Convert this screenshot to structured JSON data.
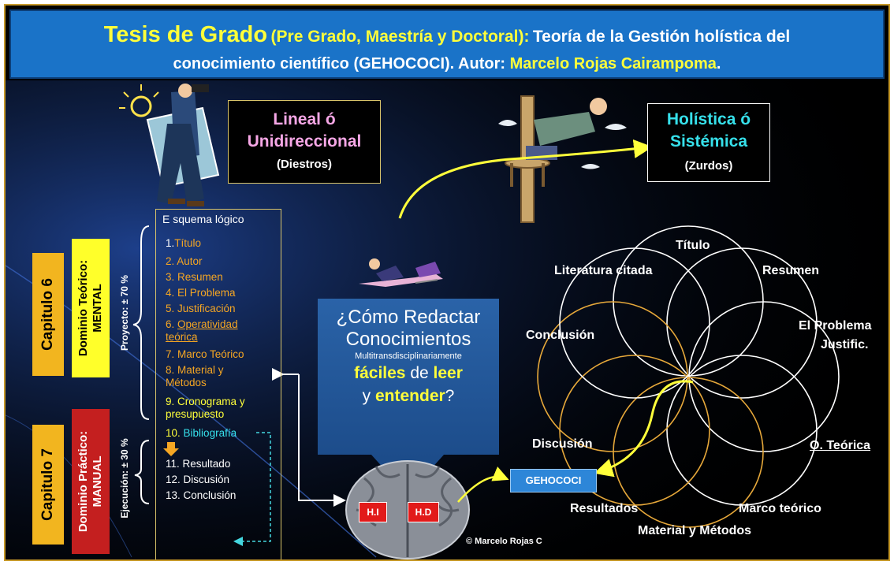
{
  "header": {
    "prefix": "Tesis de Grado",
    "parenthetical": "(Pre Grado, Maestría y Doctoral):",
    "theory": "Teoría de la Gestión holística del",
    "line2": "conocimiento científico (GEHOCOCI). Autor:",
    "author": "Marcelo Rojas Cairampoma",
    "end": "."
  },
  "left_box": {
    "line1": "Lineal ó",
    "line2": "Unidireccional",
    "sub": "(Diestros)"
  },
  "right_box": {
    "line1": "Holística ó",
    "line2": "Sistémica",
    "sub": "(Zurdos)"
  },
  "chapters": {
    "cap6": "Capitulo 6",
    "cap7": "Capitulo 7",
    "theoretical_domain": [
      "Dominio Teórico:",
      "MENTAL"
    ],
    "practical_domain": [
      "Dominio Práctico:",
      "MANUAL"
    ],
    "project": "Proyecto: ± 70 %",
    "execution": "Ejecución: ± 30 %"
  },
  "schema": {
    "title": "E squema lógico",
    "items": [
      {
        "num": "1.",
        "label": "Título"
      },
      {
        "num": "2.",
        "label": "Autor"
      },
      {
        "num": "3.",
        "label": "Resumen"
      },
      {
        "num": "4.",
        "label": "El Problema"
      },
      {
        "num": "5.",
        "label": "Justificación"
      },
      {
        "num": "6.",
        "label": "Operatividad teórica"
      },
      {
        "num": "7.",
        "label": "Marco Teórico"
      },
      {
        "num": "8.",
        "label": "Material y Métodos"
      },
      {
        "num": "9.",
        "label": "Cronograma y presupuesto"
      },
      {
        "num": "10.",
        "label": "Bibliografía"
      },
      {
        "num": "11.",
        "label": "Resultado"
      },
      {
        "num": "12.",
        "label": "Discusión"
      },
      {
        "num": "13.",
        "label": "Conclusión"
      }
    ]
  },
  "question": {
    "l1": "¿Cómo Redactar",
    "l2": "Conocimientos",
    "l3": "Multitransdisciplinariamente",
    "w_easy": "fáciles",
    "w_of": "de",
    "w_read": "leer",
    "w_and": "y",
    "w_understand": "entender",
    "w_q": "?"
  },
  "brain": {
    "left": "H.I",
    "right": "H.D"
  },
  "gehococi_label": "GEHOCOCI",
  "copyright": "© Marcelo Rojas C",
  "holistic_labels": {
    "titulo": "Título",
    "literatura": "Literatura citada",
    "resumen": "Resumen",
    "conclusion": "Conclusión",
    "problema": "El Problema",
    "justific": "Justific.",
    "discusion": "Discusión",
    "oteorica": "O. Teórica",
    "resultados": "Resultados",
    "marco": "Marco teórico",
    "material": "Material y Métodos"
  }
}
